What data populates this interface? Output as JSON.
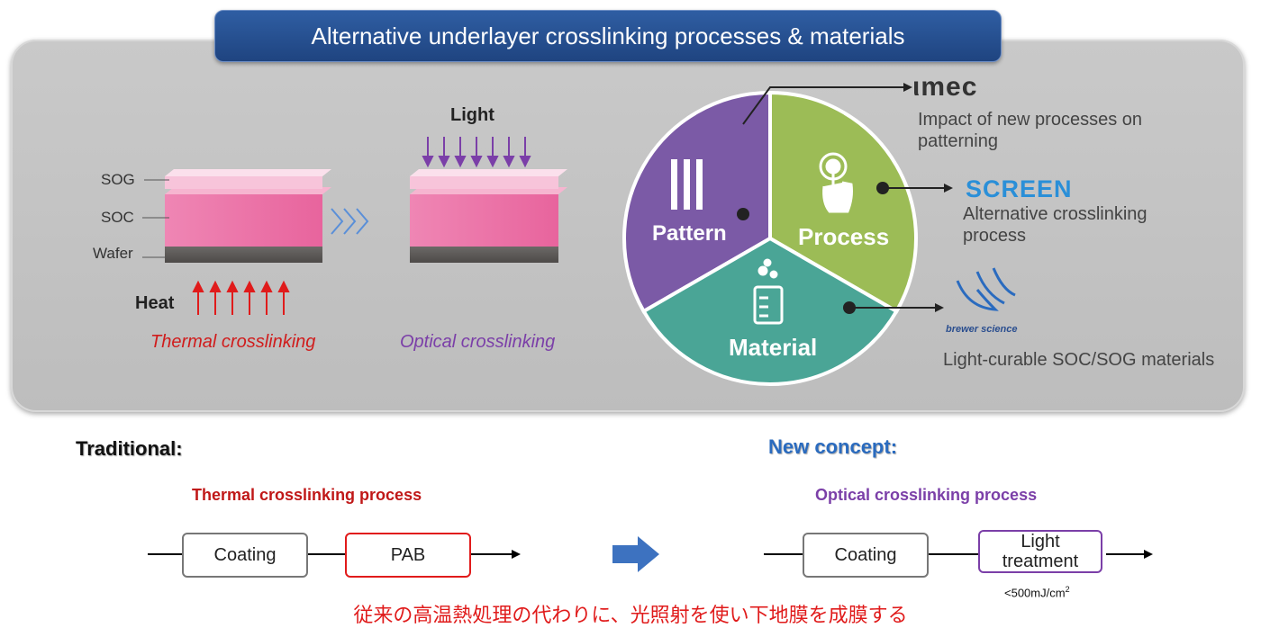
{
  "header": {
    "title": "Alternative underlayer crosslinking processes & materials"
  },
  "stack": {
    "labels": [
      "SOG",
      "SOC",
      "Wafer"
    ],
    "heat_label": "Heat",
    "light_label": "Light",
    "thermal_caption": "Thermal crosslinking",
    "optical_caption": "Optical crosslinking"
  },
  "pie": {
    "segments": [
      {
        "label": "Pattern",
        "color": "#7b5aa6"
      },
      {
        "label": "Process",
        "color": "#9cbc56"
      },
      {
        "label": "Material",
        "color": "#4aa596"
      }
    ]
  },
  "partners": [
    {
      "logo": "ιmec",
      "desc_line1": "Impact of new processes on",
      "desc_line2": "patterning"
    },
    {
      "logo": "SCREEN",
      "desc_line1": "Alternative crosslinking",
      "desc_line2": "process"
    },
    {
      "logo": "brewer science",
      "desc_line1": "Light-curable SOC/SOG materials",
      "desc_line2": ""
    }
  ],
  "traditional": {
    "heading": "Traditional:",
    "subheading": "Thermal crosslinking process",
    "steps": [
      "Coating",
      "PAB"
    ]
  },
  "new_concept": {
    "heading": "New concept:",
    "subheading": "Optical crosslinking process",
    "steps": [
      "Coating",
      "Light treatment"
    ],
    "dose_note": "<500mJ/cm",
    "dose_sup": "2"
  },
  "footer": {
    "text": "従来の高温熱処理の代わりに、光照射を使い下地膜を成膜する"
  },
  "colors": {
    "red": "#d01c1c",
    "purple": "#7b3fa8",
    "blue_head": "#2a6bbf"
  }
}
